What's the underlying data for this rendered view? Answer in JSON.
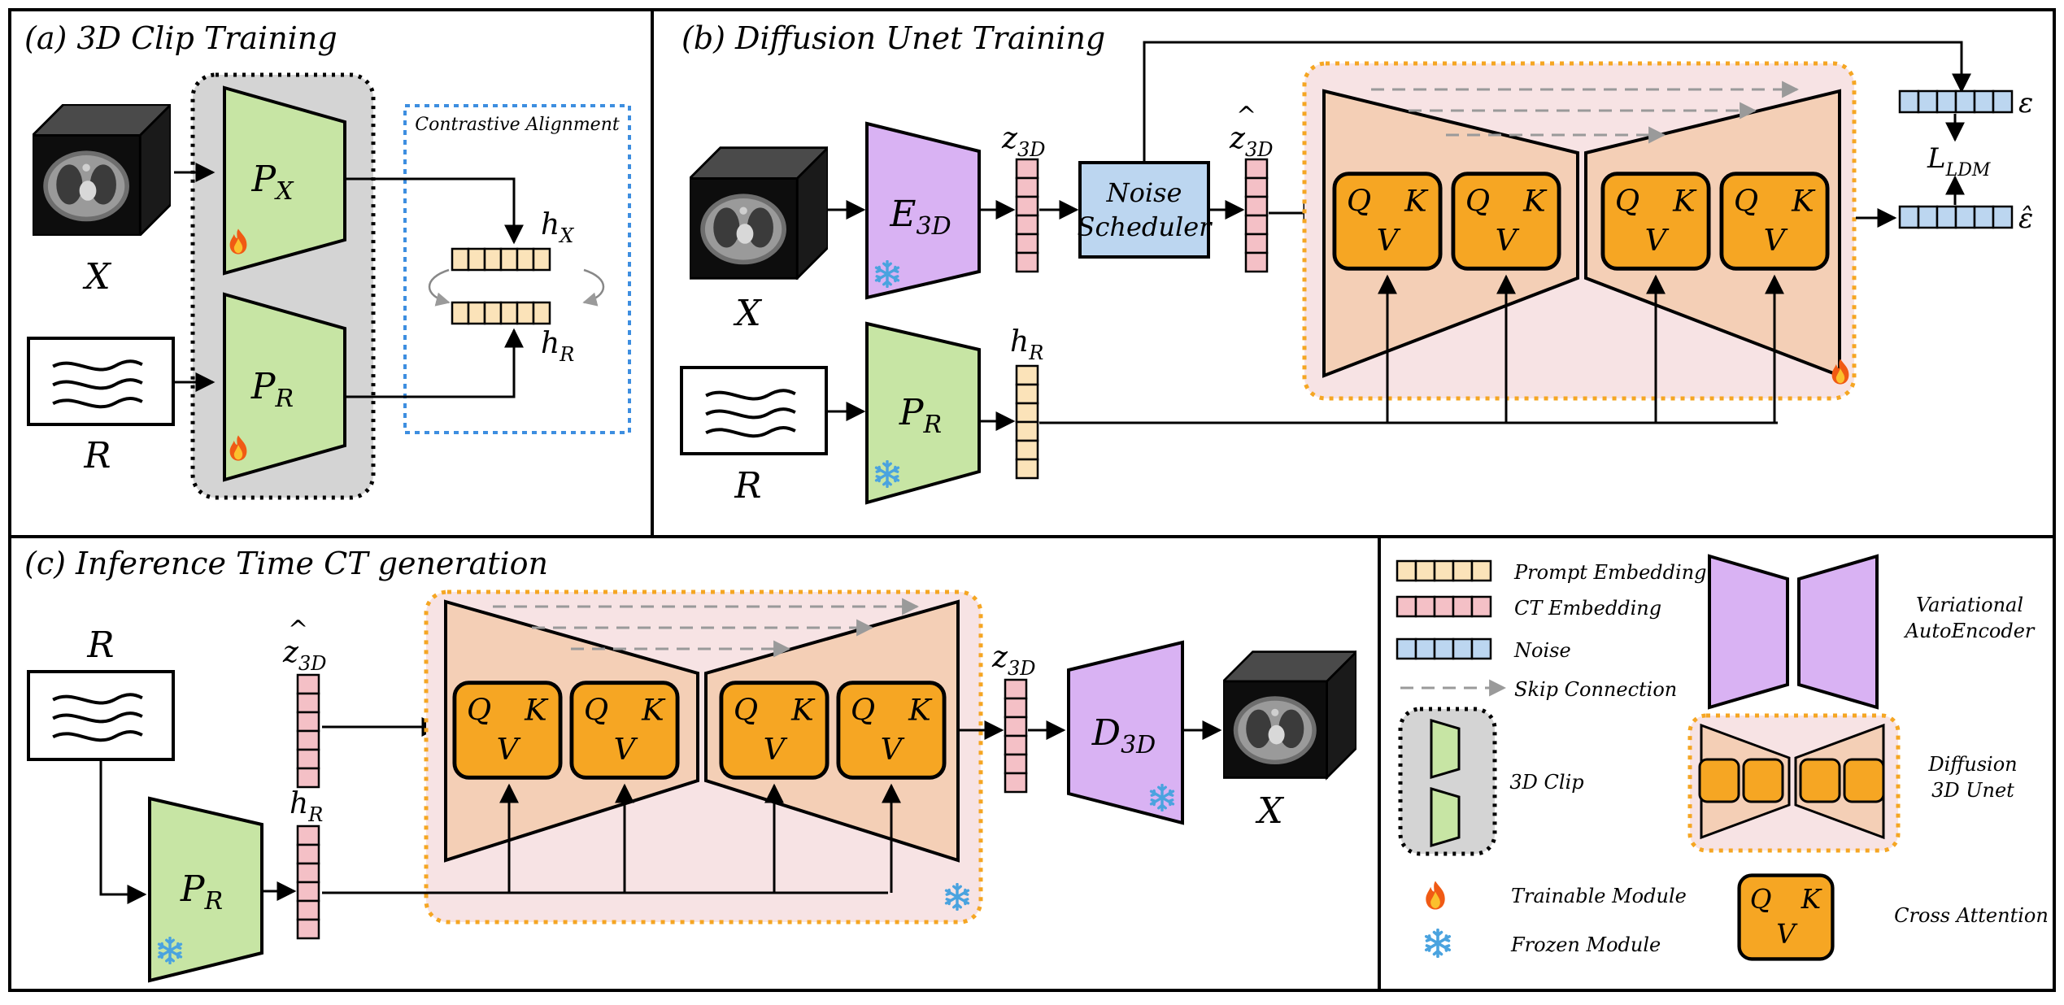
{
  "panels": {
    "a_title": "(a) 3D Clip Training",
    "b_title": "(b) Diffusion Unet Training",
    "c_title": "(c) Inference Time CT generation"
  },
  "symbols": {
    "X": "X",
    "R": "R",
    "P": "P",
    "sub_X": "X",
    "sub_R": "R",
    "E": "E",
    "D": "D",
    "sub_3D": "3D",
    "h": "h",
    "z": "z",
    "hat": "^",
    "epsilon": "ε",
    "epsilon_hat": "ε̂",
    "L": "L",
    "sub_LDM": "LDM",
    "Q": "Q",
    "K": "K",
    "V": "V"
  },
  "labels": {
    "contrastive": "Contrastive Alignment",
    "noise_scheduler_1": "Noise",
    "noise_scheduler_2": "Scheduler"
  },
  "legend": {
    "prompt": "Prompt Embedding",
    "ct": "CT Embedding",
    "noise": "Noise",
    "skip": "Skip Connection",
    "clip": "3D Clip",
    "trainable": "Trainable Module",
    "frozen": "Frozen Module",
    "vae_1": "Variational",
    "vae_2": "AutoEncoder",
    "unet_1": "Diffusion",
    "unet_2": "3D Unet",
    "cross": "Cross Attention"
  },
  "colors": {
    "prompt_fill": "#fbe3b9",
    "ct_fill": "#f4c0c6",
    "noise_fill": "#bcd6f0",
    "green": "#c7e5a4",
    "purple": "#d9b2f3",
    "orange": "#f6a623",
    "unet_fill": "#f4cfb6",
    "unet_bg": "#f7e3e4",
    "clip_bg": "#d4d4d4",
    "dotted_blue": "#3d8ee0",
    "dotted_orange": "#f5a623",
    "fire": "#f05a14",
    "snow": "#4aa3df"
  }
}
